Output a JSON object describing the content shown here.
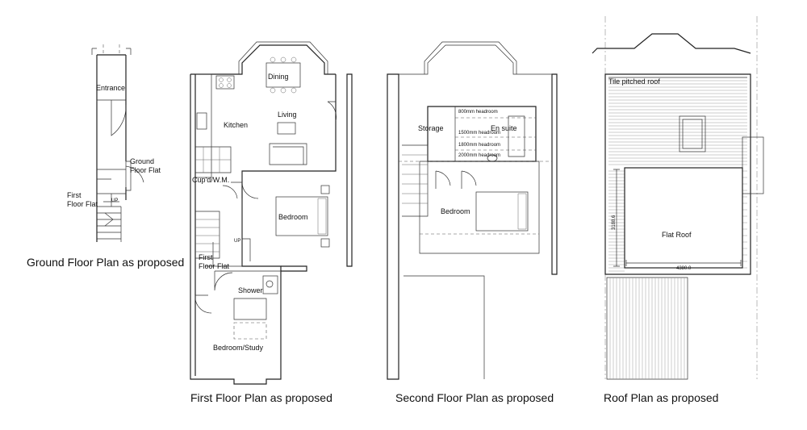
{
  "titles": {
    "ground": "Ground Floor Plan as proposed",
    "first": "First Floor Plan as proposed",
    "second": "Second Floor Plan as proposed",
    "roof": "Roof Plan as proposed"
  },
  "ground_floor": {
    "entrance": "Entrance",
    "ground_flat_1": "Ground",
    "ground_flat_2": "Floor Flat",
    "first_flat_1": "First",
    "first_flat_2": "Floor Flat",
    "up": "UP"
  },
  "first_floor": {
    "dining": "Dining",
    "living": "Living",
    "kitchen": "Kitchen",
    "cupboard": "Cup'd/W.M.",
    "bedroom": "Bedroom",
    "first_flat_1": "First",
    "first_flat_2": "Floor Flat",
    "shower": "Shower",
    "study": "Bedroom/Study",
    "up": "UP"
  },
  "second_floor": {
    "storage": "Storage",
    "ensuite": "En suite",
    "bedroom": "Bedroom",
    "headroom": [
      "800mm headroom",
      "1500mm headroom",
      "1800mm headroom",
      "2000mm headroom"
    ]
  },
  "roof": {
    "tile_roof": "Tile pitched roof",
    "flat_roof": "Flat Roof",
    "dim_vertical": "3188.6",
    "dim_horizontal": "4380.0"
  }
}
